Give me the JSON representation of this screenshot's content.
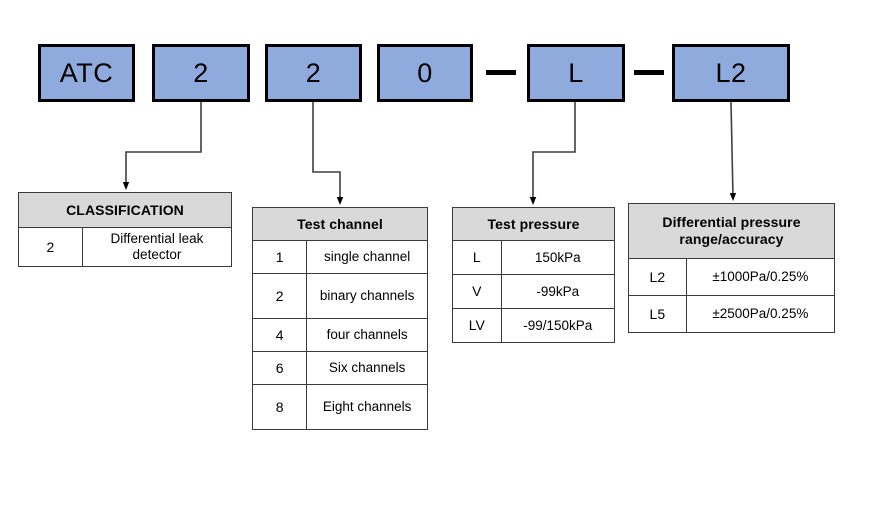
{
  "model_code": {
    "segments": [
      {
        "label": "ATC",
        "name": "segment-atc"
      },
      {
        "label": "2",
        "name": "segment-classification"
      },
      {
        "label": "2",
        "name": "segment-test-channel"
      },
      {
        "label": "0",
        "name": "segment-zero"
      },
      {
        "label": "L",
        "name": "segment-test-pressure"
      },
      {
        "label": "L2",
        "name": "segment-diff-pressure"
      }
    ],
    "separator": "—"
  },
  "tables": {
    "classification": {
      "header": "CLASSIFICATION",
      "rows": [
        {
          "code": "2",
          "desc": "Differential leak detector"
        }
      ]
    },
    "test_channel": {
      "header": "Test channel",
      "rows": [
        {
          "code": "1",
          "desc": "single channel"
        },
        {
          "code": "2",
          "desc": "binary channels"
        },
        {
          "code": "4",
          "desc": "four channels"
        },
        {
          "code": "6",
          "desc": "Six channels"
        },
        {
          "code": "8",
          "desc": "Eight channels"
        }
      ]
    },
    "test_pressure": {
      "header": "Test pressure",
      "rows": [
        {
          "code": "L",
          "desc": "150kPa"
        },
        {
          "code": "V",
          "desc": "-99kPa"
        },
        {
          "code": "LV",
          "desc": "-99/150kPa"
        }
      ]
    },
    "diff_pressure": {
      "header": "Differential pressure range/accuracy",
      "rows": [
        {
          "code": "L2",
          "desc": "±1000Pa/0.25%"
        },
        {
          "code": "L5",
          "desc": "±2500Pa/0.25%"
        }
      ]
    }
  },
  "colors": {
    "box_fill": "#8FAADC",
    "box_border": "#000000",
    "header_fill": "#D9D9D9",
    "connector": "#3F3F3F"
  }
}
